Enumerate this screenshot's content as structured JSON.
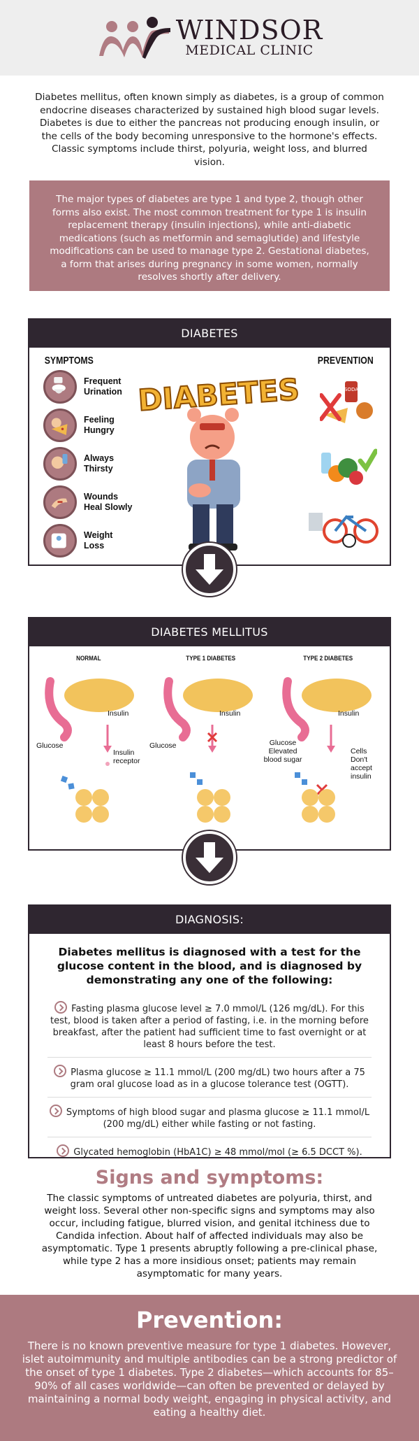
{
  "header": {
    "brand_name": "WINDSOR",
    "brand_sub": "MEDICAL CLINIC"
  },
  "intro": {
    "text": "Diabetes mellitus, often known simply as diabetes, is a group of common endocrine diseases characterized by sustained high blood sugar levels. Diabetes is due to either the pancreas not producing enough insulin, or the cells of the body becoming unresponsive to the hormone's effects. Classic symptoms include thirst, polyuria, weight loss, and blurred vision."
  },
  "types_box": {
    "text": "The major types of diabetes are type 1 and type 2, though other forms also exist. The most common treatment for type 1 is insulin replacement therapy (insulin injections), while anti-diabetic medications (such as metformin and semaglutide) and lifestyle modifications can be used to manage type 2. Gestational diabetes, a form that arises during pregnancy in some women, normally resolves shortly after delivery."
  },
  "diabetes_panel": {
    "title": "DIABETES",
    "symptoms_title": "SYMPTOMS",
    "prevention_title": "PREVENTION",
    "banner_text": "DIABETES",
    "soda_label": "SODA",
    "symptoms": [
      {
        "line1": "Frequent",
        "line2": "Urination",
        "icon": "toilet-icon"
      },
      {
        "line1": "Feeling",
        "line2": "Hungry",
        "icon": "pizza-icon"
      },
      {
        "line1": "Always",
        "line2": "Thirsty",
        "icon": "drinking-icon"
      },
      {
        "line1": "Wounds",
        "line2": "Heal Slowly",
        "icon": "wounded-hand-icon"
      },
      {
        "line1": "Weight",
        "line2": "Loss",
        "icon": "scale-icon"
      }
    ],
    "prevention_icons": [
      "junk-food-crossed-icon",
      "healthy-food-check-icon",
      "exercise-bicycle-icon"
    ]
  },
  "mellitus_panel": {
    "title": "DIABETES MELLITUS",
    "columns": [
      {
        "title": "NORMAL",
        "insulin": "Insulin",
        "glucose": "Glucose",
        "note": "Insulin receptor"
      },
      {
        "title": "TYPE 1 DIABETES",
        "insulin": "Insulin",
        "glucose": "Glucose",
        "note": ""
      },
      {
        "title": "TYPE 2 DIABETES",
        "insulin": "Insulin",
        "glucose": "Glucose Elevated blood sugar",
        "note": "Cells Don't accept insulin"
      }
    ]
  },
  "diagnosis_panel": {
    "title": "DIAGNOSIS:",
    "lead": "Diabetes mellitus is diagnosed with a test for the glucose content in the blood, and is diagnosed by demonstrating any one of the following:",
    "items": [
      "Fasting plasma glucose level ≥ 7.0 mmol/L (126 mg/dL). For this test, blood is taken after a period of fasting, i.e. in the morning before breakfast, after the patient had sufficient time to fast overnight or at least 8 hours before the test.",
      "Plasma glucose ≥ 11.1 mmol/L (200 mg/dL) two hours after a 75 gram oral glucose load as in a glucose tolerance test (OGTT).",
      "Symptoms of high blood sugar and plasma glucose ≥ 11.1 mmol/L (200 mg/dL) either while fasting or not fasting.",
      "Glycated hemoglobin (HbA1C) ≥ 48 mmol/mol (≥ 6.5 DCCT %)."
    ]
  },
  "signs": {
    "title": "Signs and symptoms:",
    "text": "The classic symptoms of untreated diabetes are polyuria, thirst, and weight loss. Several other non-specific signs and symptoms may also occur, including fatigue, blurred vision, and genital itchiness due to Candida infection. About half of affected individuals may also be asymptomatic. Type 1 presents abruptly following a pre-clinical phase, while type 2 has a more insidious onset; patients may remain asymptomatic for many years."
  },
  "prevention": {
    "title": "Prevention:",
    "text": "There is no known preventive measure for type 1 diabetes. However, islet autoimmunity and multiple antibodies can be a strong predictor of the onset of type 1 diabetes. Type 2 diabetes—which accounts for 85–90% of all cases worldwide—can often be prevented or delayed by maintaining a normal body weight, engaging in physical activity, and eating a healthy diet."
  },
  "colors": {
    "accent_pink": "#ad7a80",
    "dark_panel": "#2f2630",
    "heading_pink": "#b07c83"
  }
}
